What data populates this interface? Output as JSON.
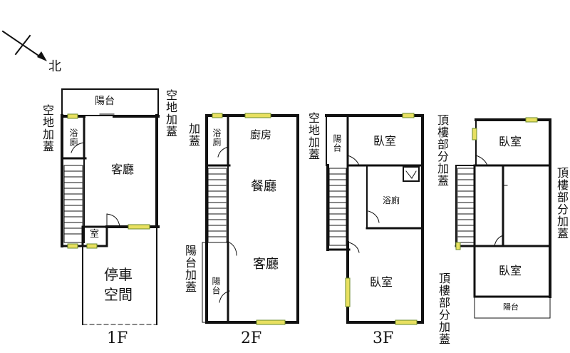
{
  "compass": {
    "label": "北"
  },
  "floors": [
    {
      "id": "1F",
      "label": "1F",
      "rooms": [
        "陽台",
        "浴廁",
        "客廳",
        "室",
        "停車",
        "空間"
      ],
      "notes": [
        "空地加蓋",
        "空地加蓋"
      ]
    },
    {
      "id": "2F",
      "label": "2F",
      "rooms": [
        "浴廁",
        "廚房",
        "餐廳",
        "客廳",
        "陽台"
      ],
      "notes": [
        "加蓋",
        "陽台加蓋"
      ]
    },
    {
      "id": "3F",
      "label": "3F",
      "rooms": [
        "陽台",
        "臥室",
        "浴廁",
        "臥室"
      ],
      "notes": [
        "空地加蓋"
      ]
    },
    {
      "id": "RF",
      "label": "",
      "rooms": [
        "臥室",
        "臥室",
        "陽台"
      ],
      "notes": [
        "頂樓部分加蓋",
        "頂樓部分加蓋",
        "頂樓部分加蓋"
      ]
    }
  ],
  "colors": {
    "wall": "#111111",
    "window": "#e8e060",
    "window_edge": "#6a8a2a",
    "wall_fill": "#ffffff"
  }
}
